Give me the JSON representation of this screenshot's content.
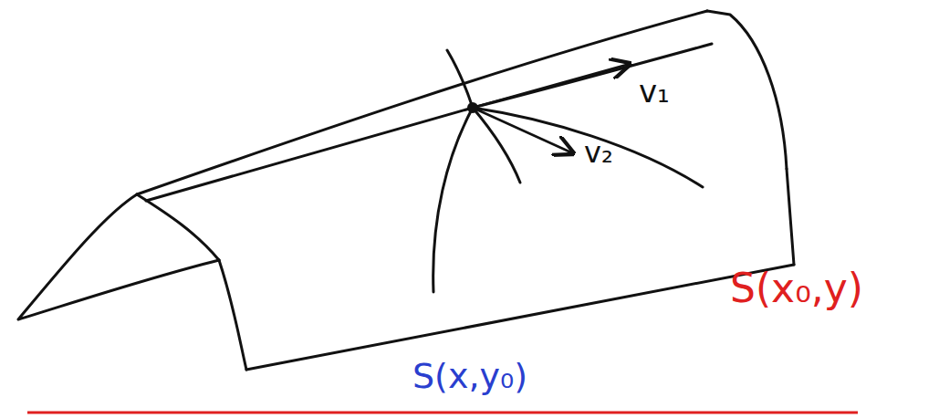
{
  "diagram": {
    "labels": [
      "v₁",
      "v₂",
      "S(x₀,y)",
      "S(x,y₀)"
    ]
  }
}
